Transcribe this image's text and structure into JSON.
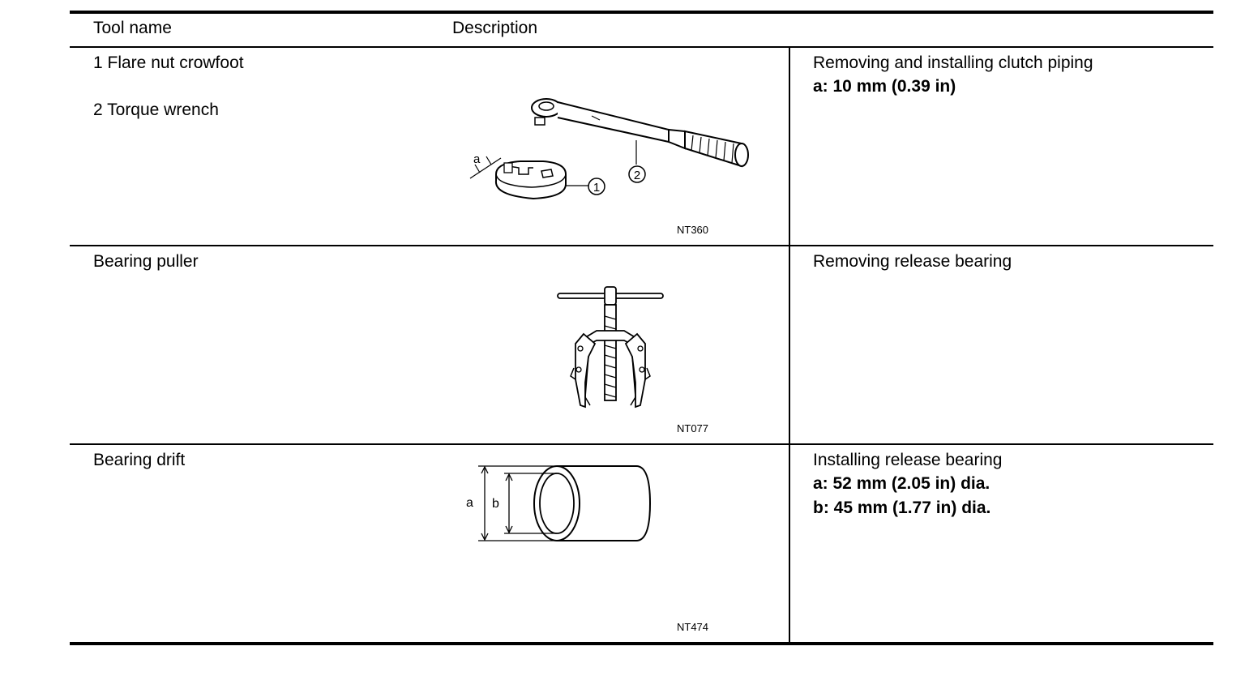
{
  "header": {
    "tool_name": "Tool name",
    "description": "Description"
  },
  "rows": [
    {
      "names": [
        "1 Flare nut crowfoot",
        "2 Torque wrench"
      ],
      "figure_code": "NT360",
      "figure_labels": {
        "dimension": "a",
        "callout_1": "1",
        "callout_2": "2"
      },
      "usage": "Removing and installing clutch piping",
      "specs": [
        "a: 10 mm (0.39 in)"
      ]
    },
    {
      "names": [
        "Bearing puller"
      ],
      "figure_code": "NT077",
      "usage": "Removing release bearing",
      "specs": []
    },
    {
      "names": [
        "Bearing drift"
      ],
      "figure_code": "NT474",
      "figure_labels": {
        "outer": "a",
        "inner": "b"
      },
      "usage": "Installing release bearing",
      "specs": [
        "a: 52 mm (2.05 in) dia.",
        "b: 45 mm (1.77 in) dia."
      ]
    }
  ]
}
